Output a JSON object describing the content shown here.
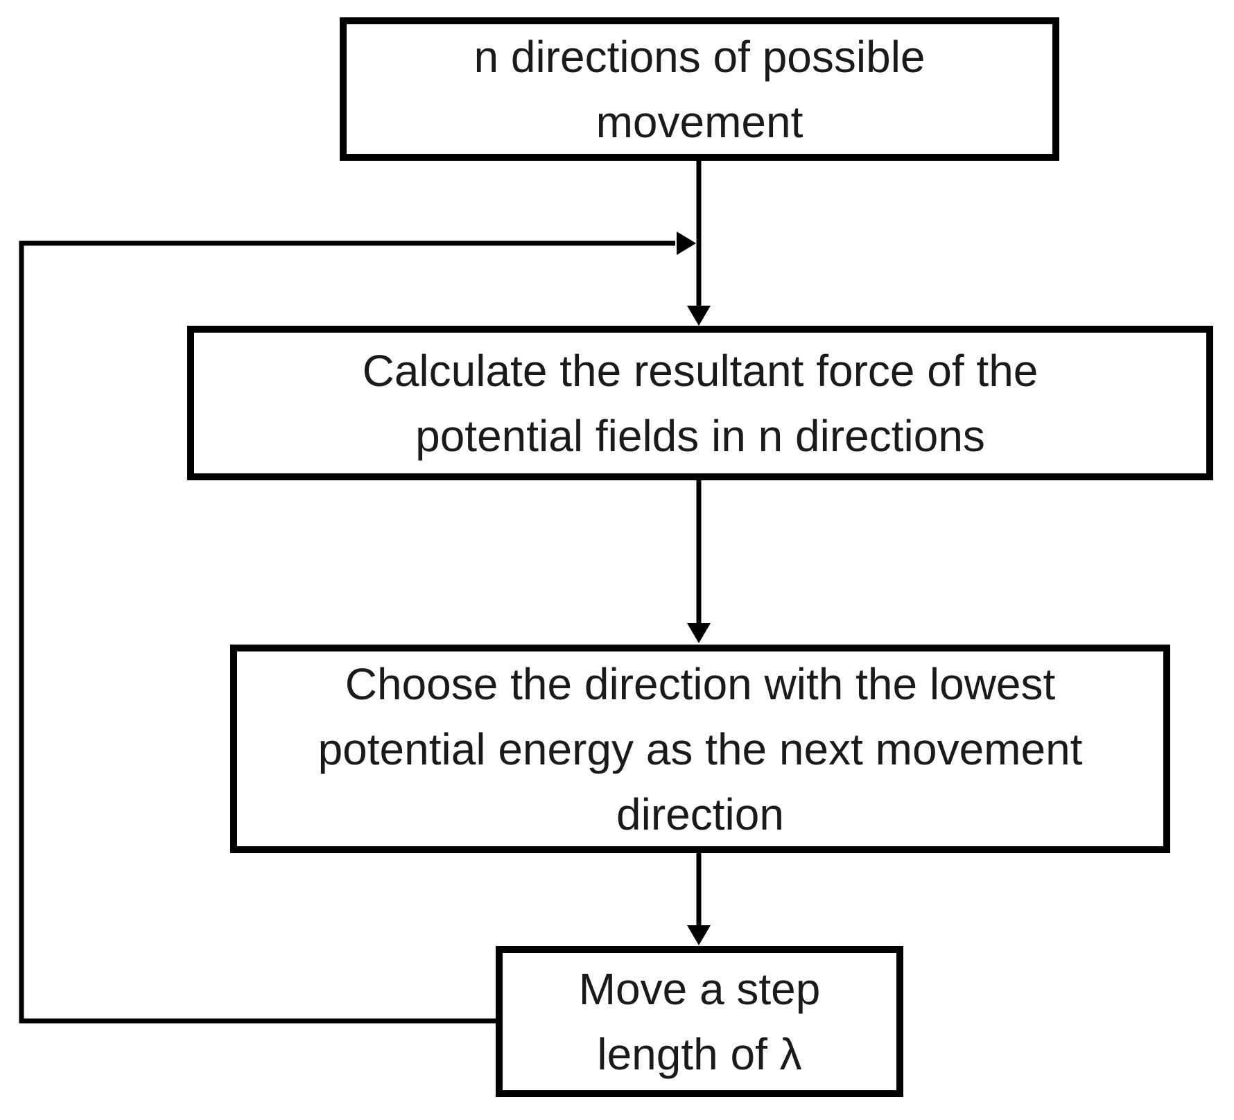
{
  "diagram": {
    "type": "flowchart",
    "background": "#ffffff",
    "colors": {
      "line": "#000000",
      "box_border": "#000000",
      "box_fill": "#ffffff",
      "text": "#1a1a1a"
    },
    "nodes": [
      {
        "id": "start-directions",
        "text": "n directions of possible\nmovement"
      },
      {
        "id": "calculate-force",
        "text": "Calculate the resultant force of the\npotential fields in n directions"
      },
      {
        "id": "choose-direction",
        "text": "Choose the direction with the lowest\npotential energy as the next movement\ndirection"
      },
      {
        "id": "move-step",
        "text": "Move a step\nlength of λ"
      }
    ],
    "edges": [
      {
        "from": "start-directions",
        "to": "calculate-force",
        "type": "arrow-down"
      },
      {
        "from": "calculate-force",
        "to": "choose-direction",
        "type": "arrow-down"
      },
      {
        "from": "choose-direction",
        "to": "move-step",
        "type": "arrow-down"
      },
      {
        "from": "move-step",
        "to": "calculate-force",
        "type": "feedback-loop-left"
      }
    ]
  }
}
